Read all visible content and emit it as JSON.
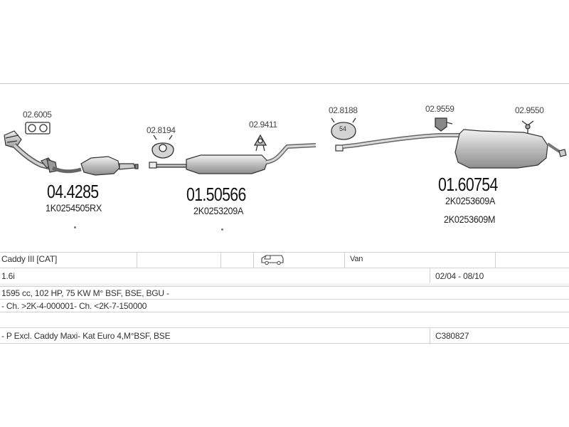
{
  "diagram": {
    "clamp_codes": [
      "02.6005",
      "02.8194",
      "02.9411",
      "02.8188",
      "02.9559",
      "02.9550"
    ],
    "gasket_label": "54",
    "parts": [
      {
        "code": "04.4285",
        "refs": [
          "1K0254505RX"
        ]
      },
      {
        "code": "01.50566",
        "refs": [
          "2K0253209A"
        ]
      },
      {
        "code": "01.60754",
        "refs": [
          "2K0253609A",
          "2K0253609M"
        ]
      }
    ]
  },
  "vehicle": {
    "model": "Caddy III  [CAT]",
    "body_type": "Van",
    "engine": "1.6i",
    "years": "02/04 - 08/10",
    "specs": "1595 cc, 102 HP, 75 KW M° BSF, BSE, BGU -",
    "chassis": "- Ch. >2K-4-000001- Ch. <2K-7-150000",
    "notes": "- P Excl. Caddy Maxi- Kat Euro 4,M°BSF, BSE",
    "catalog_no": "C380827",
    "icon": "van-icon"
  },
  "colors": {
    "line": "#333333",
    "fill": "#bdbdbd",
    "grid": "#d2d2d2"
  }
}
